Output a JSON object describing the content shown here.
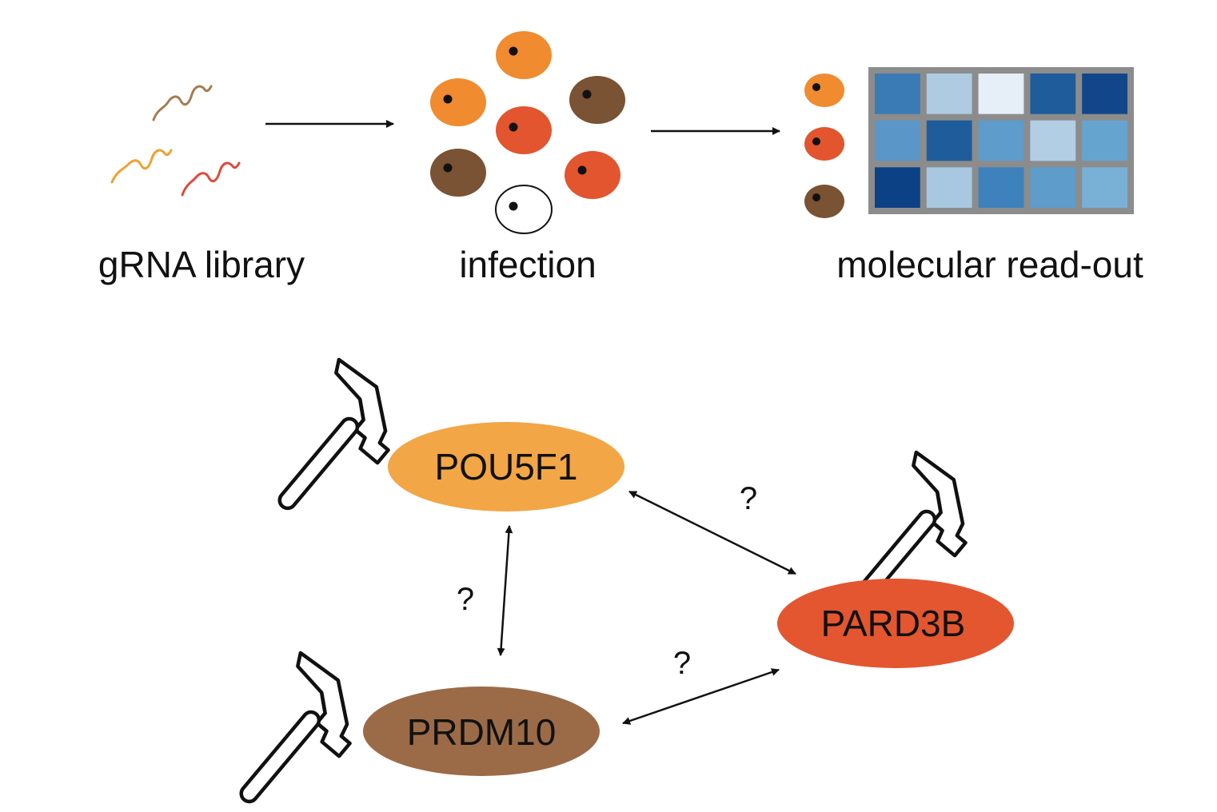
{
  "steps": {
    "library_label": "gRNA library",
    "infection_label": "infection",
    "readout_label": "molecular read-out"
  },
  "nodes": {
    "pou5f1": "POU5F1",
    "pard3b": "PARD3B",
    "prdm10": "PRDM10"
  },
  "edges": {
    "pou5f1_pard3b": "?",
    "pou5f1_prdm10": "?",
    "prdm10_pard3b": "?"
  },
  "colors": {
    "light_orange": "#f08b2f",
    "red_orange": "#e2552f",
    "brown": "#7a5234",
    "node_pou5f1": "#f2a646",
    "node_pard3b": "#e35630",
    "node_prdm10": "#9b6b47",
    "grid_frame": "#8c8c8c"
  },
  "grna_library": [
    "#a67c52",
    "#f0a030",
    "#e04a3a"
  ],
  "cells": [
    {
      "color": "light_orange"
    },
    {
      "color": "light_orange"
    },
    {
      "color": "brown"
    },
    {
      "color": "red_orange"
    },
    {
      "color": "brown"
    },
    {
      "color": "red_orange"
    },
    {
      "color": "none"
    }
  ],
  "readout_cells": [
    "light_orange",
    "red_orange",
    "brown"
  ],
  "heatmap": [
    [
      "#3a7ab5",
      "#aecbe1",
      "#e6eef8",
      "#1f5c9c",
      "#11478a"
    ],
    [
      "#5a97c8",
      "#1f5c9c",
      "#5d9ccb",
      "#b1cee4",
      "#66a4d0"
    ],
    [
      "#0d4185",
      "#a7c8e0",
      "#3d81bd",
      "#5d9ccb",
      "#79b0d6"
    ]
  ]
}
